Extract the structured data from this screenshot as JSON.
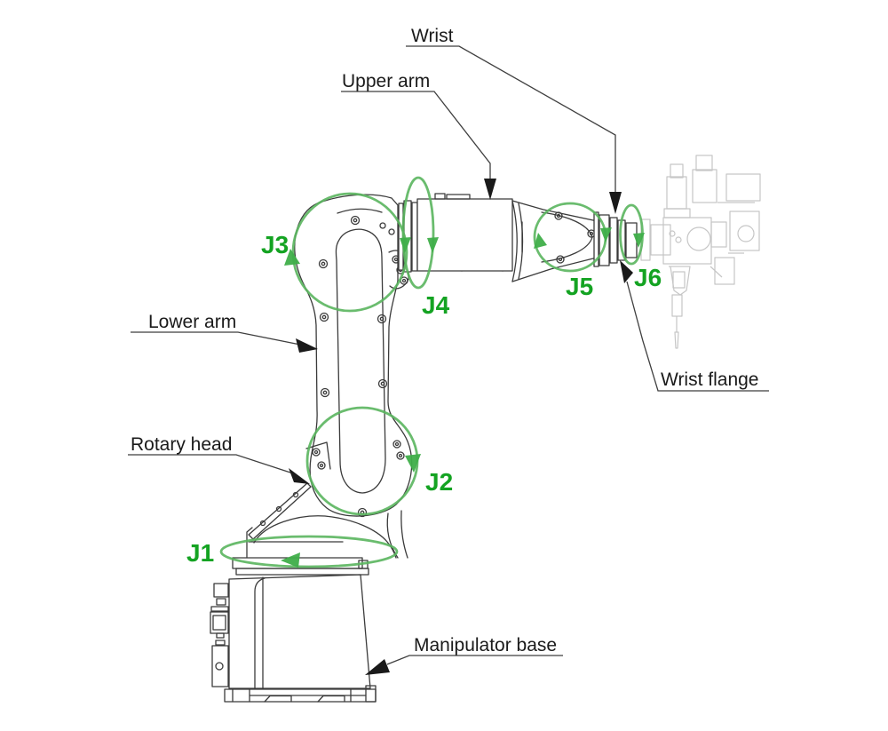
{
  "diagram": {
    "part_labels": {
      "wrist": "Wrist",
      "upper_arm": "Upper arm",
      "lower_arm": "Lower arm",
      "rotary_head": "Rotary head",
      "manipulator_base": "Manipulator base",
      "wrist_flange": "Wrist flange"
    },
    "joint_labels": {
      "j1": "J1",
      "j2": "J2",
      "j3": "J3",
      "j4": "J4",
      "j5": "J5",
      "j6": "J6"
    },
    "colors": {
      "joint_label_green": "#14a322",
      "rotation_arc_green": "#5ab55e",
      "rotation_arrow_green": "#3fae49",
      "drawing_line": "#3b3b3b",
      "end_effector_gray": "#c6c6c6",
      "label_text": "#1a1a1a",
      "background": "#ffffff"
    }
  }
}
